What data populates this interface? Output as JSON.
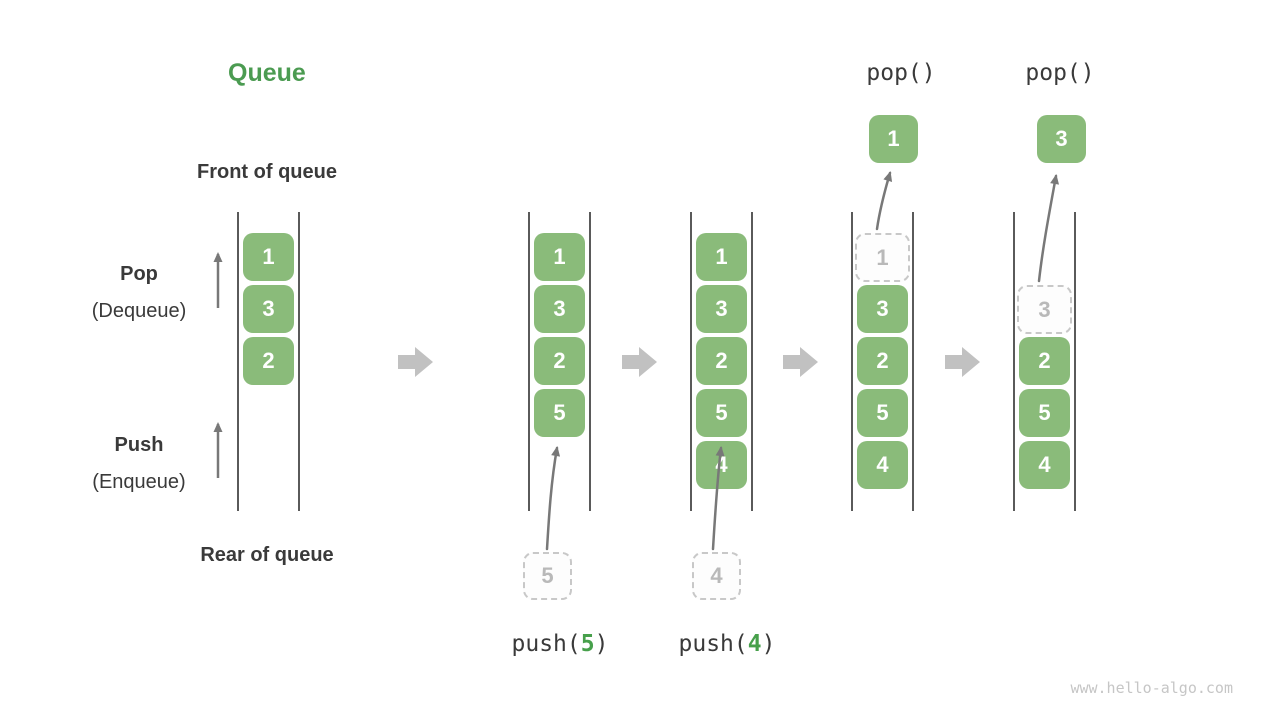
{
  "title": "Queue",
  "side_labels": {
    "front": "Front of queue",
    "rear": "Rear of queue",
    "pop": "Pop",
    "pop_sub": "(Dequeue)",
    "push": "Push",
    "push_sub": "(Enqueue)"
  },
  "queues": [
    {
      "name": "state-initial",
      "cells": [
        {
          "slot": 0,
          "value": "1"
        },
        {
          "slot": 1,
          "value": "3"
        },
        {
          "slot": 2,
          "value": "2"
        }
      ]
    },
    {
      "name": "state-after-push-5",
      "cells": [
        {
          "slot": 0,
          "value": "1"
        },
        {
          "slot": 1,
          "value": "3"
        },
        {
          "slot": 2,
          "value": "2"
        },
        {
          "slot": 3,
          "value": "5"
        }
      ],
      "pending": {
        "value": "5"
      },
      "operation": {
        "prefix": "push(",
        "arg": "5",
        "suffix": ")"
      }
    },
    {
      "name": "state-after-push-4",
      "cells": [
        {
          "slot": 0,
          "value": "1"
        },
        {
          "slot": 1,
          "value": "3"
        },
        {
          "slot": 2,
          "value": "2"
        },
        {
          "slot": 3,
          "value": "5"
        },
        {
          "slot": 4,
          "value": "4"
        }
      ],
      "pending": {
        "value": "4"
      },
      "operation": {
        "prefix": "push(",
        "arg": "4",
        "suffix": ")"
      }
    },
    {
      "name": "state-after-pop-1",
      "cells": [
        {
          "slot": 0,
          "value": "1",
          "removed": true
        },
        {
          "slot": 1,
          "value": "3"
        },
        {
          "slot": 2,
          "value": "2"
        },
        {
          "slot": 3,
          "value": "5"
        },
        {
          "slot": 4,
          "value": "4"
        }
      ],
      "popped": {
        "value": "1"
      },
      "operation": {
        "label": "pop()"
      }
    },
    {
      "name": "state-after-pop-3",
      "cells": [
        {
          "slot": 1,
          "value": "3",
          "removed": true
        },
        {
          "slot": 2,
          "value": "2"
        },
        {
          "slot": 3,
          "value": "5"
        },
        {
          "slot": 4,
          "value": "4"
        }
      ],
      "popped": {
        "value": "3"
      },
      "operation": {
        "label": "pop()"
      }
    }
  ],
  "watermark": "www.hello-algo.com",
  "colors": {
    "cell_green": "#8abb7a",
    "title_green": "#4b9b51",
    "code_arg_green": "#47a04b",
    "rail_gray": "#5a5a5a",
    "flow_arrow_gray": "#c1c1c1",
    "thin_arrow_gray": "#787878",
    "dashed_border_gray": "#c8c8c8",
    "dashed_text_gray": "#b9b9b9",
    "label_dark": "#3a3a3a",
    "watermark_gray": "#c6c6c6"
  }
}
